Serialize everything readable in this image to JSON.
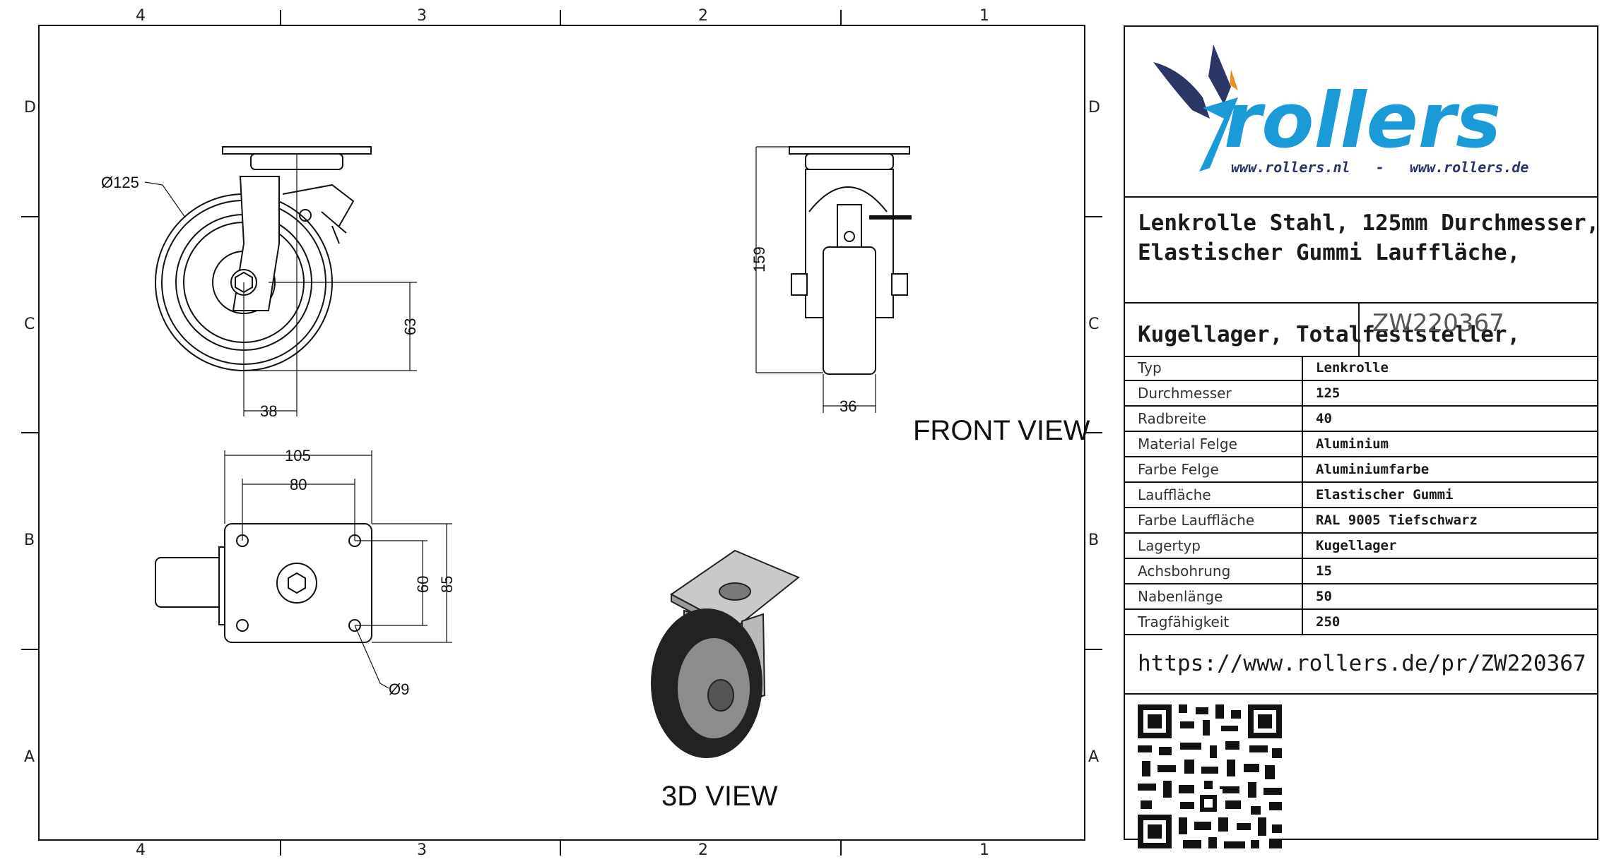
{
  "zones": {
    "columns": [
      "4",
      "3",
      "2",
      "1"
    ],
    "rows": [
      "D",
      "C",
      "B",
      "A"
    ]
  },
  "dimensions": {
    "wheel_diameter": "Ø125",
    "wheel_offset": "38",
    "axle_height": "63",
    "total_height": "159",
    "wheel_width": "36",
    "plate_width": "105",
    "hole_spacing_x": "80",
    "hole_spacing_y": "60",
    "plate_depth": "85",
    "hole_diameter": "Ø9"
  },
  "views": {
    "front": "FRONT VIEW",
    "iso": "3D VIEW"
  },
  "title_block": {
    "logo_text": "rollers",
    "logo_urls": "www.rollers.nl   -   www.rollers.de",
    "description_line1": "Lenkrolle Stahl, 125mm Durchmesser,",
    "description_line2": "Elastischer Gummi Lauffläche,",
    "description_line3": "Kugellager, Totalfeststeller,",
    "product_id": "ZW220367",
    "specs": [
      {
        "key": "Typ",
        "value": "Lenkrolle"
      },
      {
        "key": "Durchmesser",
        "value": "125"
      },
      {
        "key": "Radbreite",
        "value": "40"
      },
      {
        "key": "Material Felge",
        "value": "Aluminium"
      },
      {
        "key": "Farbe Felge",
        "value": "Aluminiumfarbe"
      },
      {
        "key": "Lauffläche",
        "value": "Elastischer Gummi"
      },
      {
        "key": "Farbe Lauffläche",
        "value": "RAL 9005 Tiefschwarz"
      },
      {
        "key": "Lagertyp",
        "value": "Kugellager"
      },
      {
        "key": "Achsbohrung",
        "value": "15"
      },
      {
        "key": "Nabenlänge",
        "value": "50"
      },
      {
        "key": "Tragfähigkeit",
        "value": "250"
      }
    ],
    "url": "https://www.rollers.de/pr/ZW220367",
    "colors": {
      "brand_blue": "#1a9ad6",
      "brand_navy": "#2b3566",
      "brand_orange": "#e8922a"
    }
  }
}
